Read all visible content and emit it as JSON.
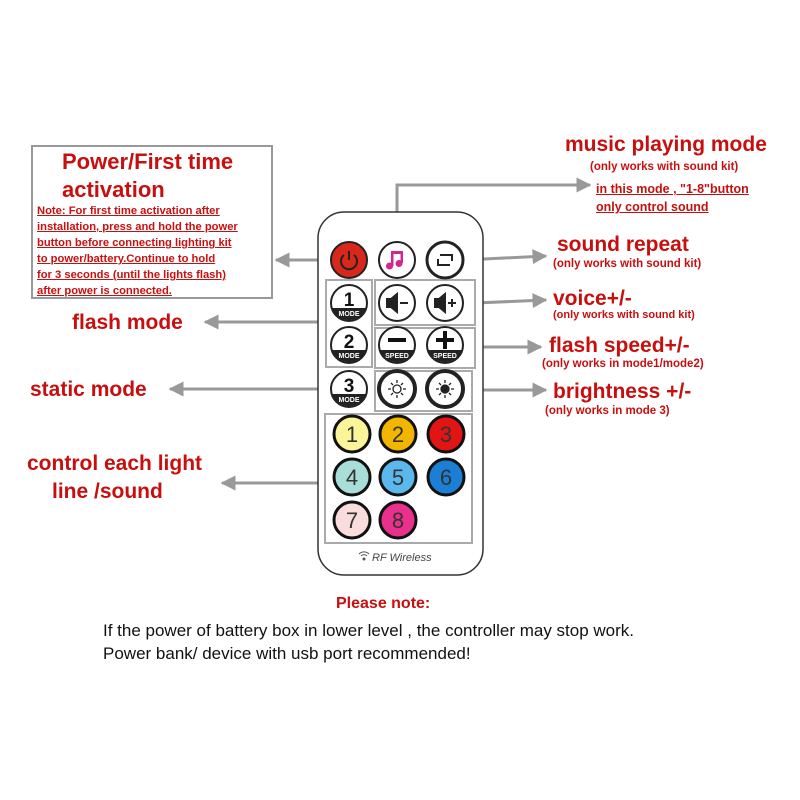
{
  "power_box": {
    "title_line1": "Power/First time",
    "title_line2": "activation",
    "note_lines": [
      "Note: For first time activation after",
      "installation, press and hold the power",
      "button before connecting lighting kit",
      "to power/battery.Continue to hold",
      "for 3 seconds  (until the lights flash)",
      "after power is connected."
    ]
  },
  "left_labels": {
    "flash_mode": "flash mode",
    "static_mode": "static mode",
    "control_line1": "control each light",
    "control_line2": "line /sound"
  },
  "right_labels": {
    "music_title": "music playing mode",
    "music_sub": "(only works with sound kit)",
    "music_note1": "in this mode , \"1-8\"button",
    "music_note2": "only control sound",
    "repeat_title": "sound repeat",
    "repeat_sub": "(only works with sound kit)",
    "voice_title": "voice+/-",
    "voice_sub": "(only works with sound kit)",
    "speed_title": "flash speed+/-",
    "speed_sub": "(only works in mode1/mode2)",
    "bright_title": "brightness +/-",
    "bright_sub": "(only works in mode 3)"
  },
  "remote": {
    "mode_label": "MODE",
    "speed_label": "SPEED",
    "mode_numbers": [
      "1",
      "2",
      "3"
    ],
    "color_buttons": [
      {
        "label": "1",
        "color": "#fbf59a"
      },
      {
        "label": "2",
        "color": "#f3b600"
      },
      {
        "label": "3",
        "color": "#e21414"
      },
      {
        "label": "4",
        "color": "#a9ddd8"
      },
      {
        "label": "5",
        "color": "#5cb8ec"
      },
      {
        "label": "6",
        "color": "#1b7fd6"
      },
      {
        "label": "7",
        "color": "#f9dcdc"
      },
      {
        "label": "8",
        "color": "#e8308c"
      }
    ],
    "power_color": "#d8281c",
    "music_icon_color": "#d02890",
    "footer": "RF Wireless"
  },
  "bottom_note": {
    "heading": "Please note:",
    "line1": "If the power of battery box in lower level , the controller may stop work.",
    "line2": "Power bank/ device with usb port recommended!"
  }
}
